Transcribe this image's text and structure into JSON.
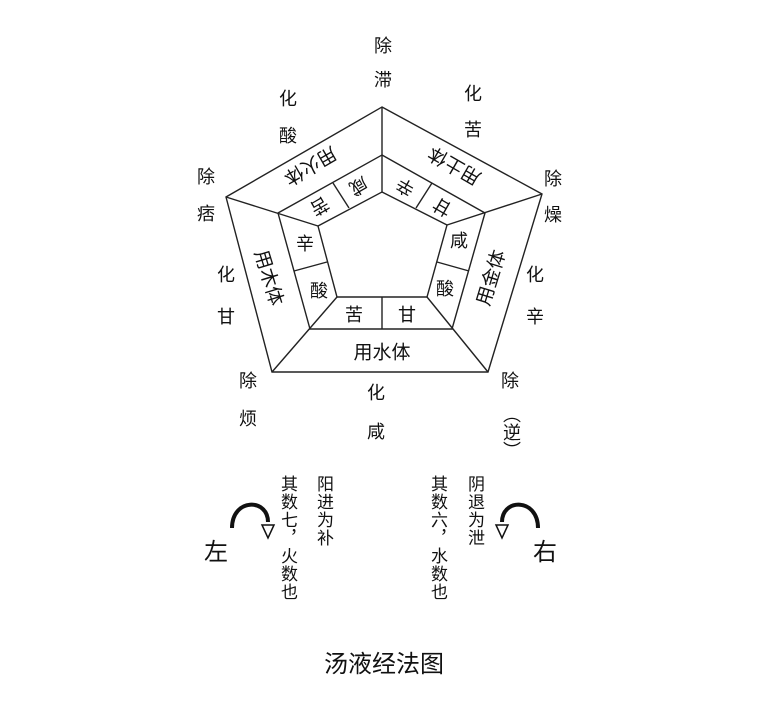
{
  "outer_labels": [
    {
      "a": "除",
      "b": "滞"
    },
    {
      "a": "化",
      "b": "苦"
    },
    {
      "a": "除",
      "b": "燥"
    },
    {
      "a": "化",
      "b": "辛"
    },
    {
      "a": "除",
      "b": "（逆）"
    },
    {
      "a": "化",
      "b": "咸"
    },
    {
      "a": "除",
      "b": "烦"
    },
    {
      "a": "化",
      "b": "甘"
    },
    {
      "a": "除",
      "b": "痞"
    },
    {
      "a": "化",
      "b": "酸"
    }
  ],
  "bands": {
    "fire": "用火体",
    "earth": "用土体",
    "metal": "用金体",
    "water": "用水体",
    "wood": "用木体"
  },
  "cells": {
    "fire": [
      "苦",
      "咸"
    ],
    "earth": [
      "辛",
      "甘"
    ],
    "metal": [
      "咸",
      "酸"
    ],
    "water": [
      "苦",
      "甘"
    ],
    "wood": [
      "辛",
      "酸"
    ]
  },
  "left": {
    "char": "左",
    "line1": "阳进为补",
    "line2": "其数七，火数也"
  },
  "right": {
    "char": "右",
    "line1": "阴退为泄",
    "line2": "其数六，水数也"
  },
  "title": "汤液经法图"
}
